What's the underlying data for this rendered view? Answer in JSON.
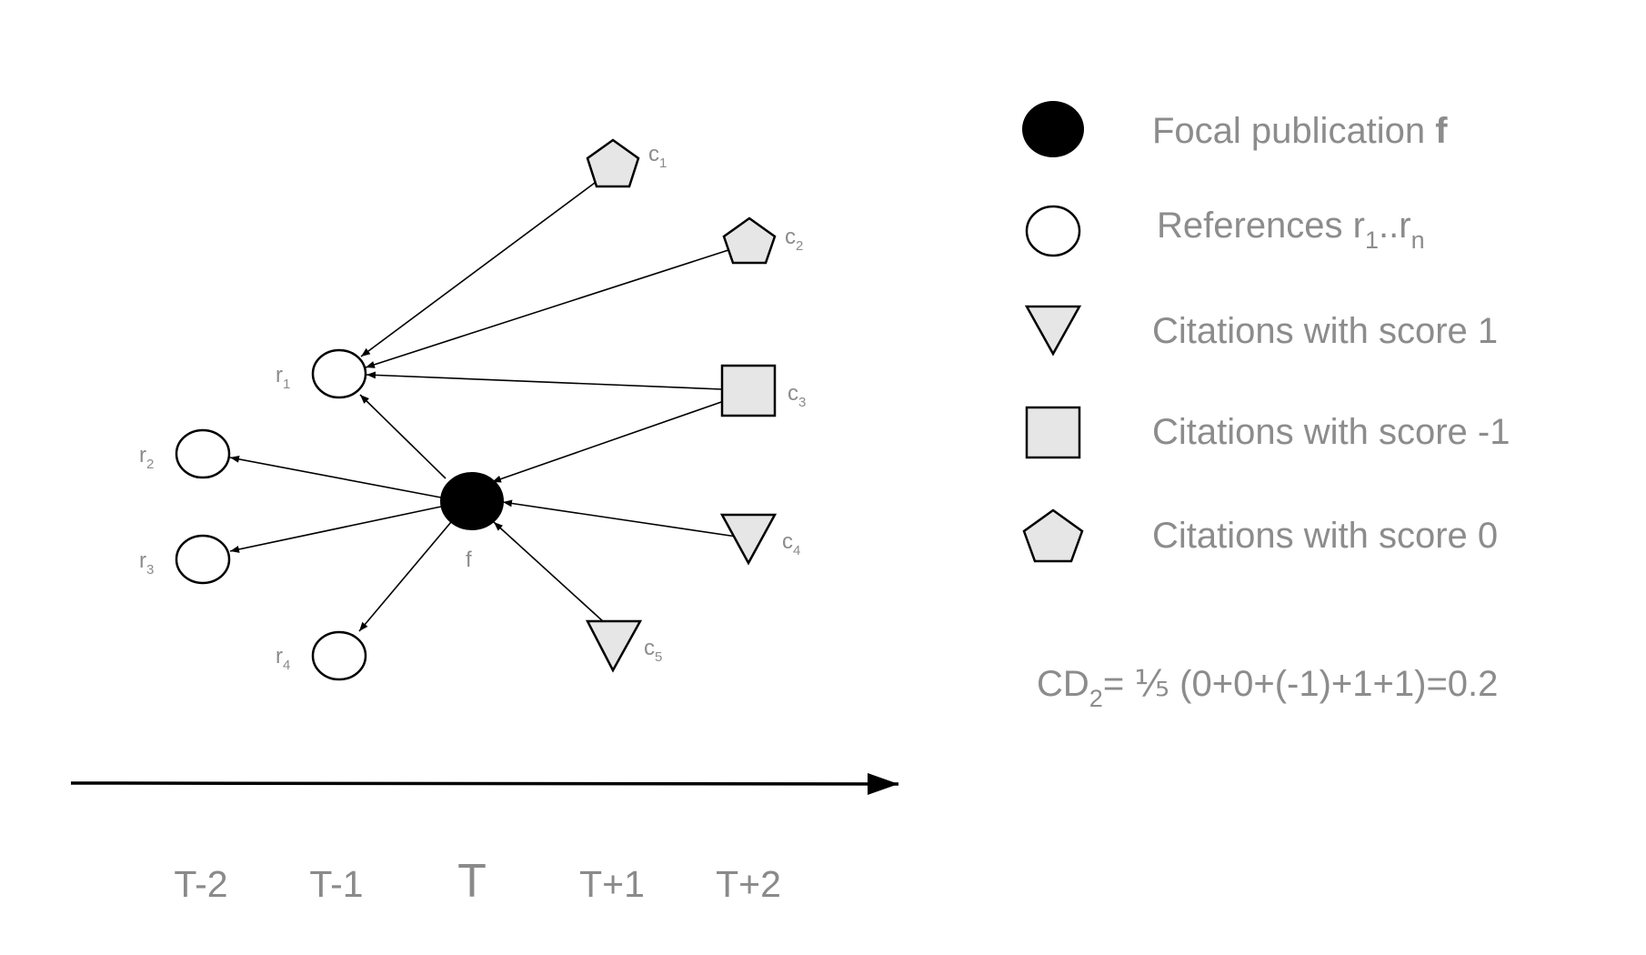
{
  "nodes": {
    "f": {
      "label": "f"
    },
    "r1": {
      "label_main": "r",
      "label_sub": "1"
    },
    "r2": {
      "label_main": "r",
      "label_sub": "2"
    },
    "r3": {
      "label_main": "r",
      "label_sub": "3"
    },
    "r4": {
      "label_main": "r",
      "label_sub": "4"
    },
    "c1": {
      "label_main": "c",
      "label_sub": "1"
    },
    "c2": {
      "label_main": "c",
      "label_sub": "2"
    },
    "c3": {
      "label_main": "c",
      "label_sub": "3"
    },
    "c4": {
      "label_main": "c",
      "label_sub": "4"
    },
    "c5": {
      "label_main": "c",
      "label_sub": "5"
    }
  },
  "edges": [
    {
      "from": "c1",
      "to": "r1"
    },
    {
      "from": "c2",
      "to": "r1"
    },
    {
      "from": "c3",
      "to": "r1"
    },
    {
      "from": "c3",
      "to": "f"
    },
    {
      "from": "c4",
      "to": "f"
    },
    {
      "from": "c5",
      "to": "f"
    },
    {
      "from": "f",
      "to": "r1"
    },
    {
      "from": "f",
      "to": "r2"
    },
    {
      "from": "f",
      "to": "r3"
    },
    {
      "from": "f",
      "to": "r4"
    }
  ],
  "timeline": {
    "labels": [
      "T-2",
      "T-1",
      "T",
      "T+1",
      "T+2"
    ]
  },
  "legend": {
    "focal_main": "Focal publication ",
    "focal_bold": "f",
    "refs_main": "References r",
    "refs_sub1": "1",
    "refs_mid": "..r",
    "refs_sub2": "n",
    "score1": "Citations with score 1",
    "score_neg1": "Citations with score -1",
    "score0": "Citations with score 0"
  },
  "formula": {
    "main": "CD",
    "sub": "2",
    "rest": "= ⅕ (0+0+(-1)+1+1)=0.2"
  },
  "colors": {
    "shape_fill": "#e6e6e6",
    "stroke": "#000000",
    "text_gray": "#8c8c8c"
  }
}
